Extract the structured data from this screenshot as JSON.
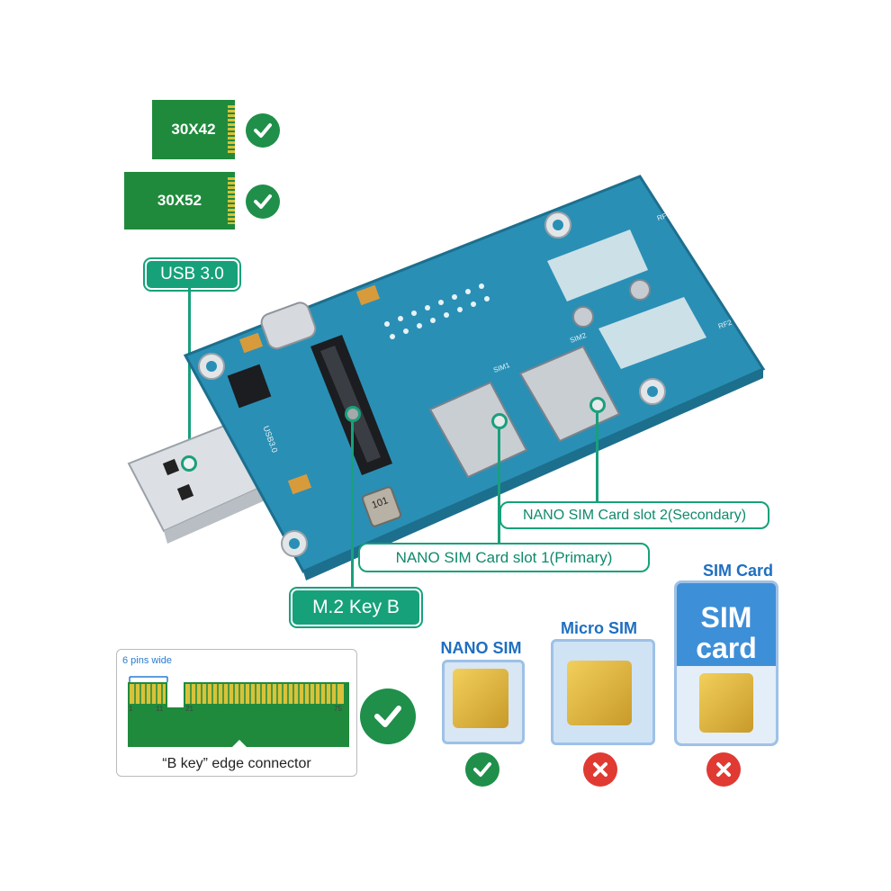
{
  "modules": [
    {
      "label": "30X42"
    },
    {
      "label": "30X52"
    }
  ],
  "callouts": {
    "usb": "USB 3.0",
    "m2": "M.2 Key B",
    "sim1": "NANO SIM Card slot 1(Primary)",
    "sim2": "NANO SIM Card slot 2(Secondary)"
  },
  "edge_connector": {
    "pins_note": "6 pins wide",
    "pin_numbers": [
      "1",
      "11",
      "21",
      "75"
    ],
    "caption": "“B key” edge connector"
  },
  "sim_types": [
    {
      "title": "NANO SIM",
      "supported": true
    },
    {
      "title": "Micro SIM",
      "supported": false
    },
    {
      "title": "SIM Card",
      "card_text_line1": "SIM",
      "card_text_line2": "card",
      "supported": false
    }
  ],
  "board_markings": {
    "capacitor": "101",
    "chip_label": "USB3.0",
    "rf1": "RF1",
    "rf2": "RF2",
    "sim1": "SIM1",
    "sim2": "SIM2"
  },
  "colors": {
    "pcb": "#2a8fb5",
    "accent": "#16a17a",
    "module": "#1f8a3c",
    "ok": "#1f8f4a",
    "bad": "#e03a32"
  }
}
